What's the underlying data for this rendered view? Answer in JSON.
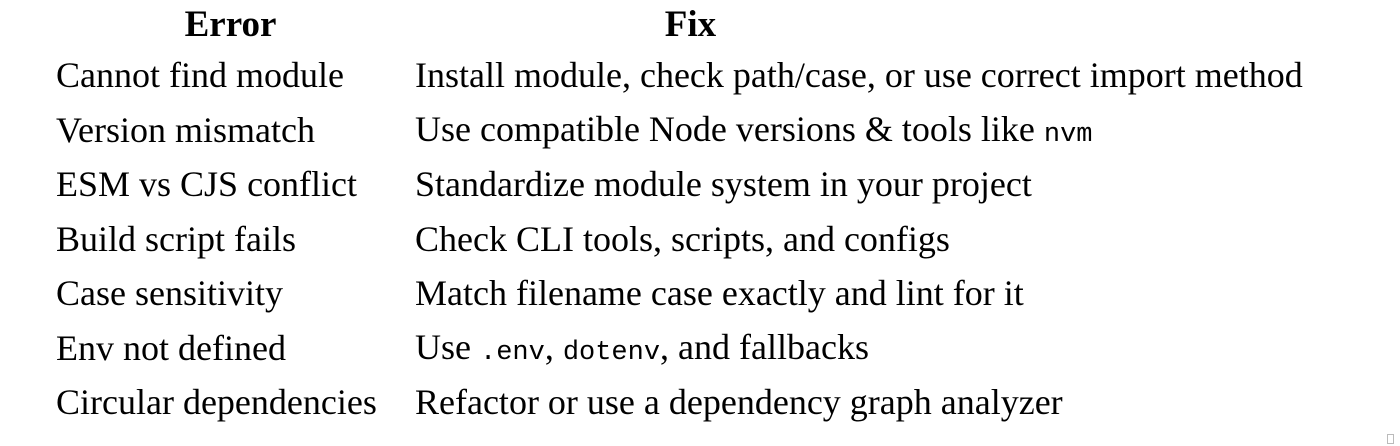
{
  "table": {
    "headers": {
      "error": "Error",
      "fix": "Fix"
    },
    "rows": [
      {
        "error": "Cannot find module",
        "fix": [
          {
            "text": "Install module, check path/case, or use correct import method"
          }
        ]
      },
      {
        "error": "Version mismatch",
        "fix": [
          {
            "text": "Use compatible Node versions & tools like "
          },
          {
            "text": "nvm",
            "code": true
          }
        ]
      },
      {
        "error": "ESM vs CJS conflict",
        "fix": [
          {
            "text": "Standardize module system in your project"
          }
        ]
      },
      {
        "error": "Build script fails",
        "fix": [
          {
            "text": "Check CLI tools, scripts, and configs"
          }
        ]
      },
      {
        "error": "Case sensitivity",
        "fix": [
          {
            "text": "Match filename case exactly and lint for it"
          }
        ]
      },
      {
        "error": "Env not defined",
        "fix": [
          {
            "text": "Use "
          },
          {
            "text": ".env",
            "code": true
          },
          {
            "text": ", "
          },
          {
            "text": "dotenv",
            "code": true
          },
          {
            "text": ", and fallbacks"
          }
        ]
      },
      {
        "error": "Circular dependencies",
        "fix": [
          {
            "text": "Refactor or use a dependency graph analyzer"
          }
        ]
      }
    ]
  }
}
